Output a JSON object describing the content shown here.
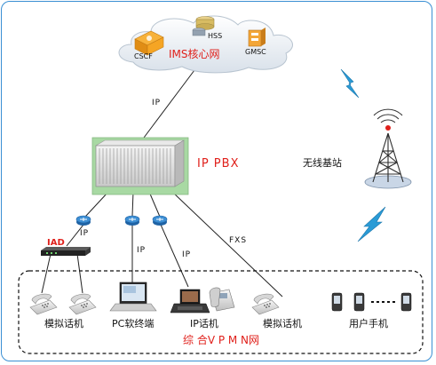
{
  "core": {
    "title": "IMS核心网",
    "cscf": "CSCF",
    "hss": "HSS",
    "gmsc": "GMSC"
  },
  "pbx": {
    "label": "IP PBX"
  },
  "wireless": {
    "label": "无线基站"
  },
  "links": {
    "core_ip": "IP",
    "iad_ip": "IP",
    "pc_ip": "IP",
    "ipphone_ip": "IP",
    "fxs": "FXS"
  },
  "iad": {
    "label": "IAD"
  },
  "devices": {
    "analog_left": "模拟话机",
    "pc": "PC软终端",
    "ip_phone": "IP话机",
    "analog_right": "模拟话机",
    "mobile": "用户手机"
  },
  "vpmn": {
    "label": "综 合V P M N网"
  },
  "colors": {
    "accent": "#e0201b",
    "frame": "#3a8fd3",
    "pbx_box": "#a8d9a3",
    "lightning": "#2a9bd6",
    "router": "#2f7fc4"
  }
}
